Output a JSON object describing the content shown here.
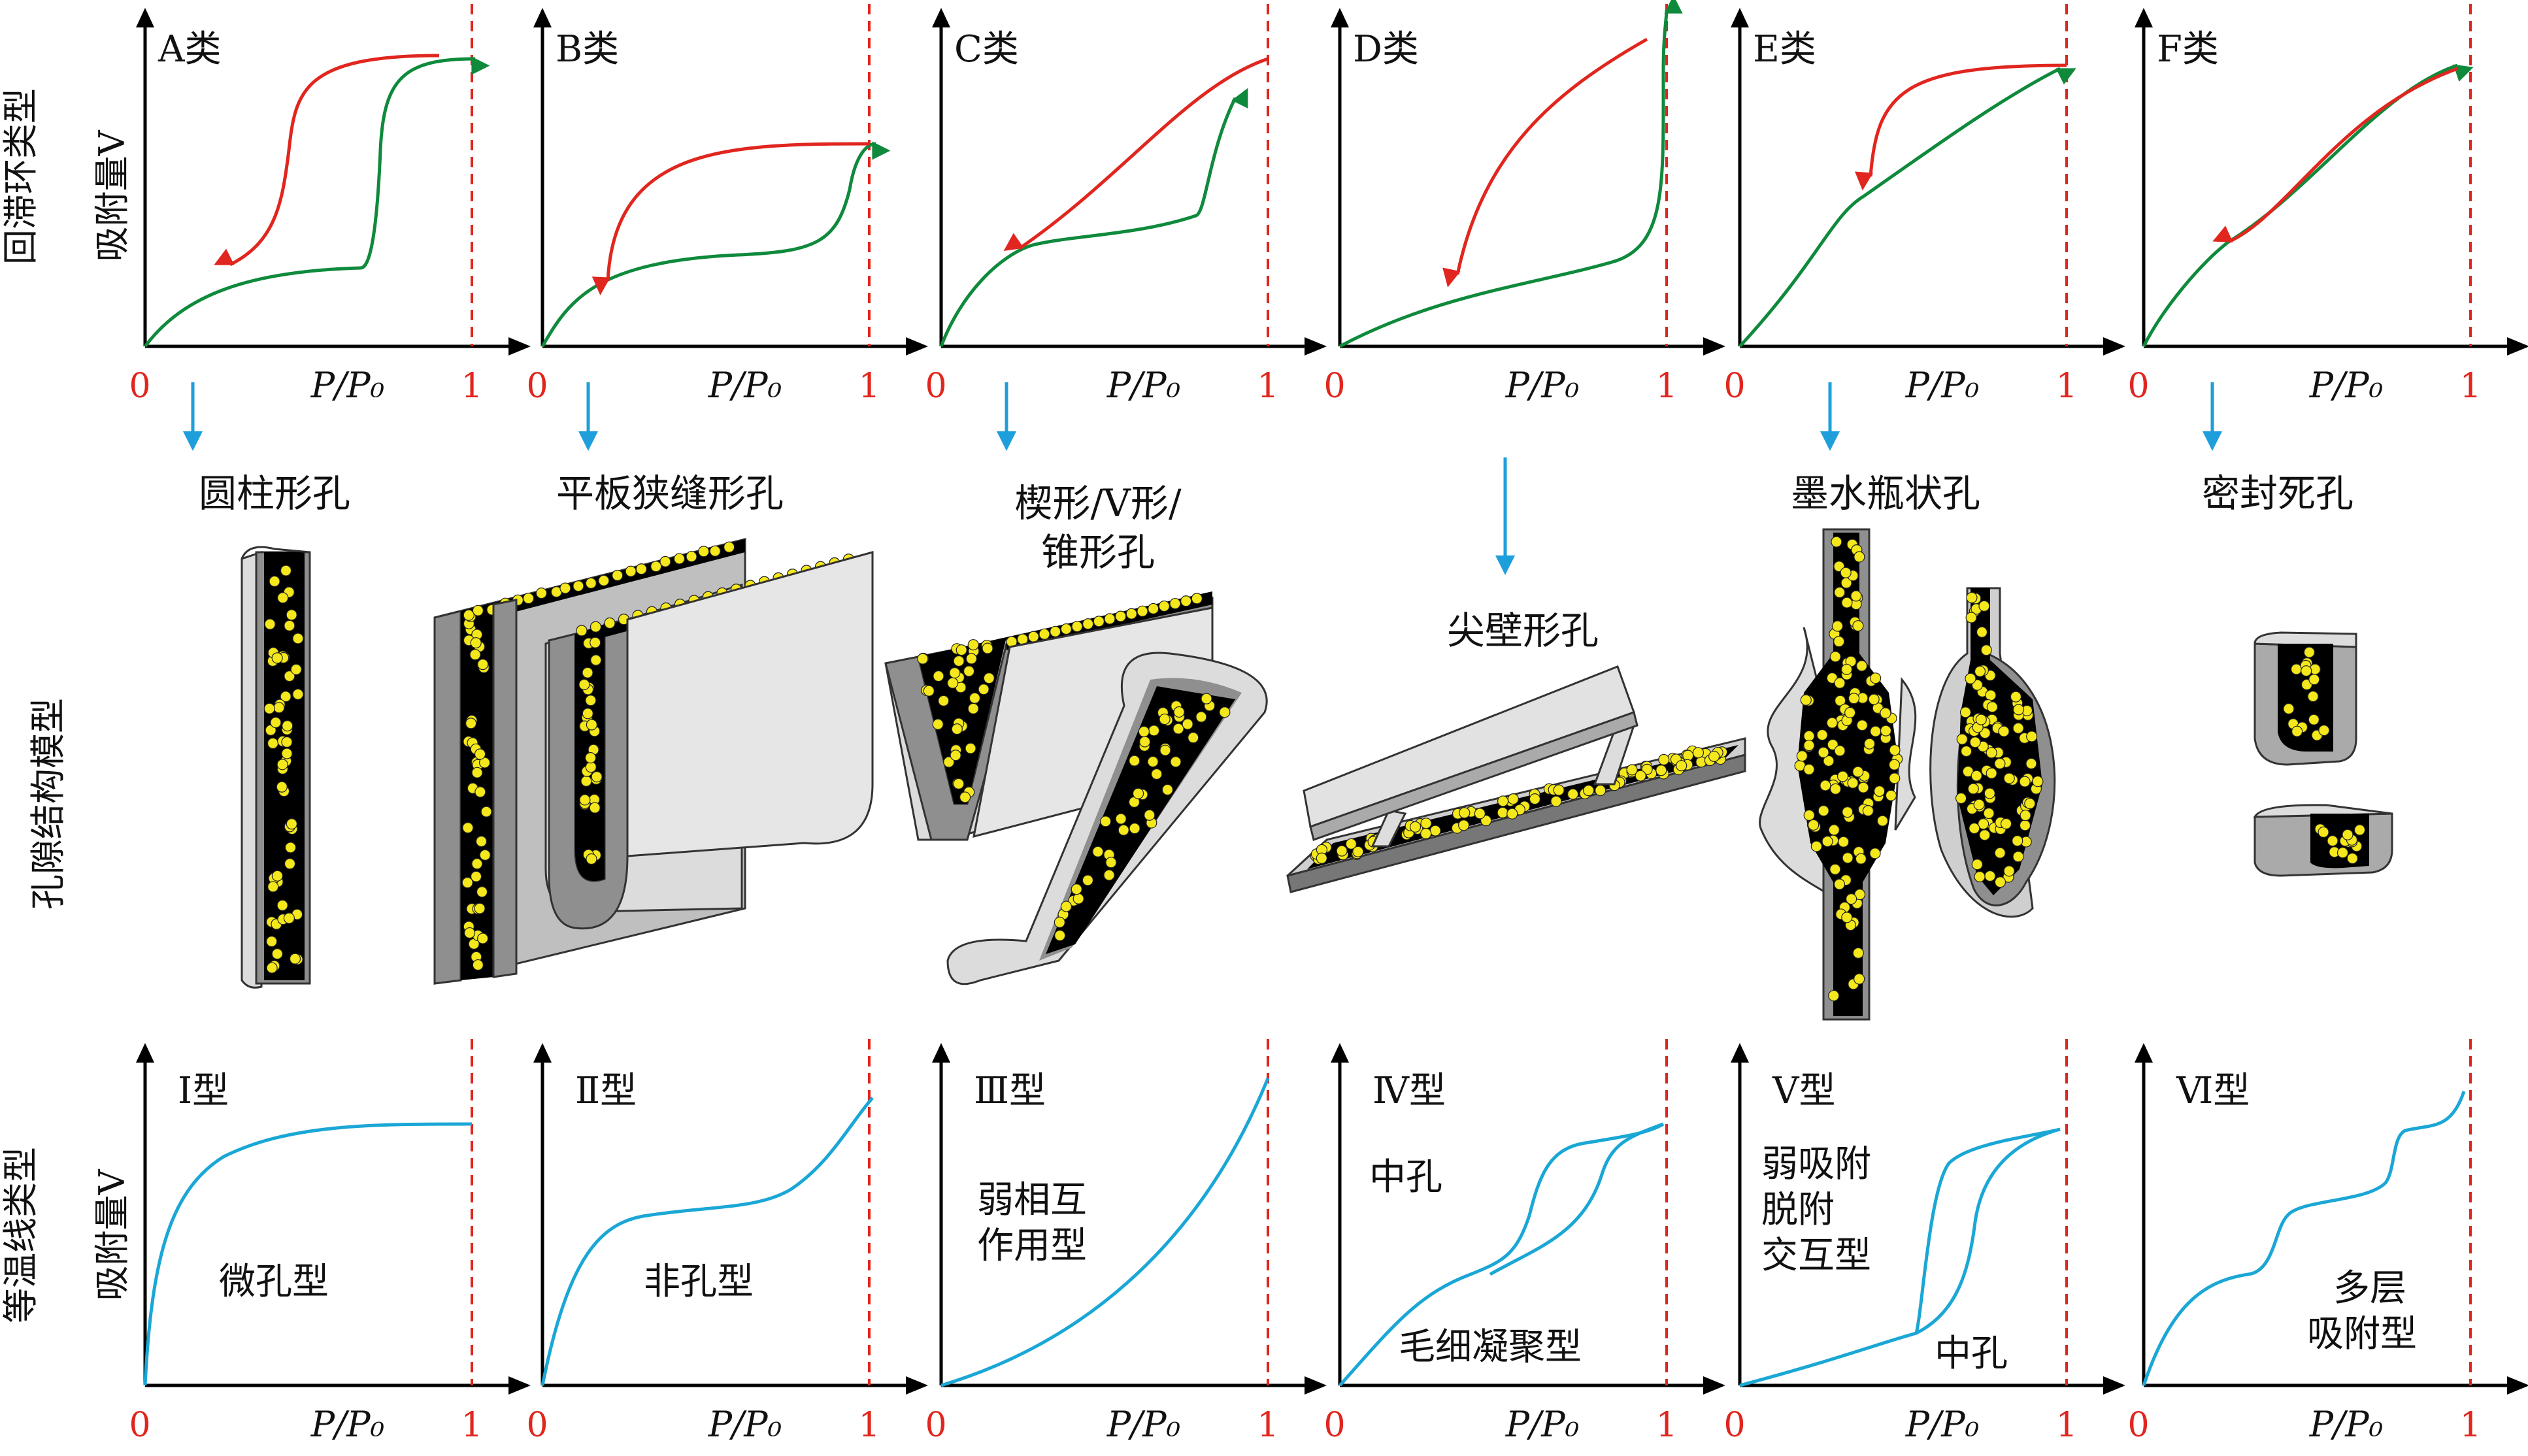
{
  "row_labels": {
    "hysteresis": "回滞环类型",
    "pore_model": "孔隙结构模型",
    "isotherm": "等温线类型"
  },
  "y_axis_label": "吸附量V",
  "x_axis_label": "P/P₀",
  "tick_zero": "0",
  "tick_one": "1",
  "hysteresis_types": [
    "A类",
    "B类",
    "C类",
    "D类",
    "E类",
    "F类"
  ],
  "pore_types": [
    "圆柱形孔",
    "平板狭缝形孔",
    "楔形/V形/",
    "锥形孔",
    "尖壁形孔",
    "墨水瓶状孔",
    "密封死孔"
  ],
  "isotherm_types": [
    "Ⅰ型",
    "Ⅱ型",
    "Ⅲ型",
    "Ⅳ型",
    "Ⅴ型",
    "Ⅵ型"
  ],
  "isotherm_notes": {
    "I": "微孔型",
    "II": "非孔型",
    "III": [
      "弱相互",
      "作用型"
    ],
    "IV_top": "中孔",
    "IV_bottom": "毛细凝聚型",
    "V": [
      "弱吸附",
      "脱附",
      "交互型"
    ],
    "V_bottom": "中孔",
    "VI": [
      "多层",
      "吸附型"
    ]
  },
  "colors": {
    "adsorption": "#0f8a3c",
    "desorption": "#e0261e",
    "isotherm": "#1aa7d6",
    "arrow": "#1e9fdc",
    "pore_fill": "#000000",
    "particle": "#f4e81c",
    "wall_dark": "#8f8f8f",
    "wall_light": "#dcdcdc"
  }
}
